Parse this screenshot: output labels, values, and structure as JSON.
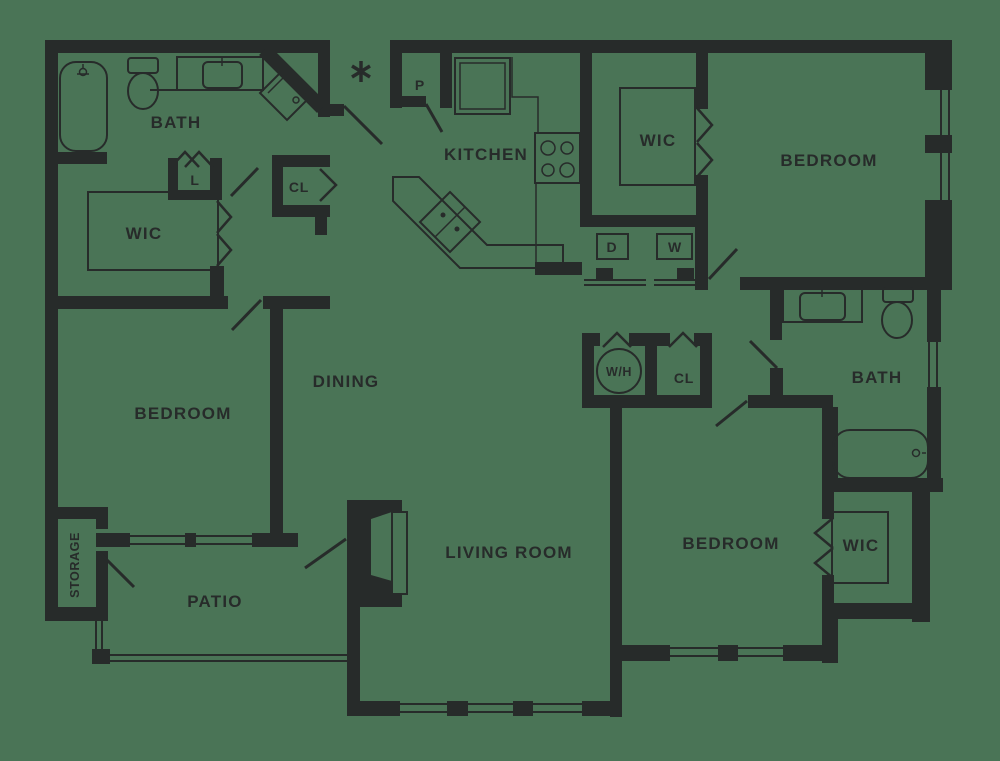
{
  "title": "Apartment floor plan",
  "colors": {
    "background": "#4A7456",
    "ink": "#272B2A"
  },
  "rooms": {
    "bath_left": "BATH",
    "linen_closet": "L",
    "closet_left": "CL",
    "wic_left": "WIC",
    "kitchen": "KITCHEN",
    "pantry": "P",
    "wic_top": "WIC",
    "bedroom_top_right": "BEDROOM",
    "dryer": "D",
    "washer": "W",
    "water_heater": "W/H",
    "closet_mid": "CL",
    "bath_right": "BATH",
    "dining": "DINING",
    "bedroom_left": "BEDROOM",
    "storage": "STORAGE",
    "patio": "PATIO",
    "living_room": "LIVING ROOM",
    "bedroom_bottom_right": "BEDROOM",
    "wic_bottom_right": "WIC",
    "entry_marker": "✳"
  }
}
